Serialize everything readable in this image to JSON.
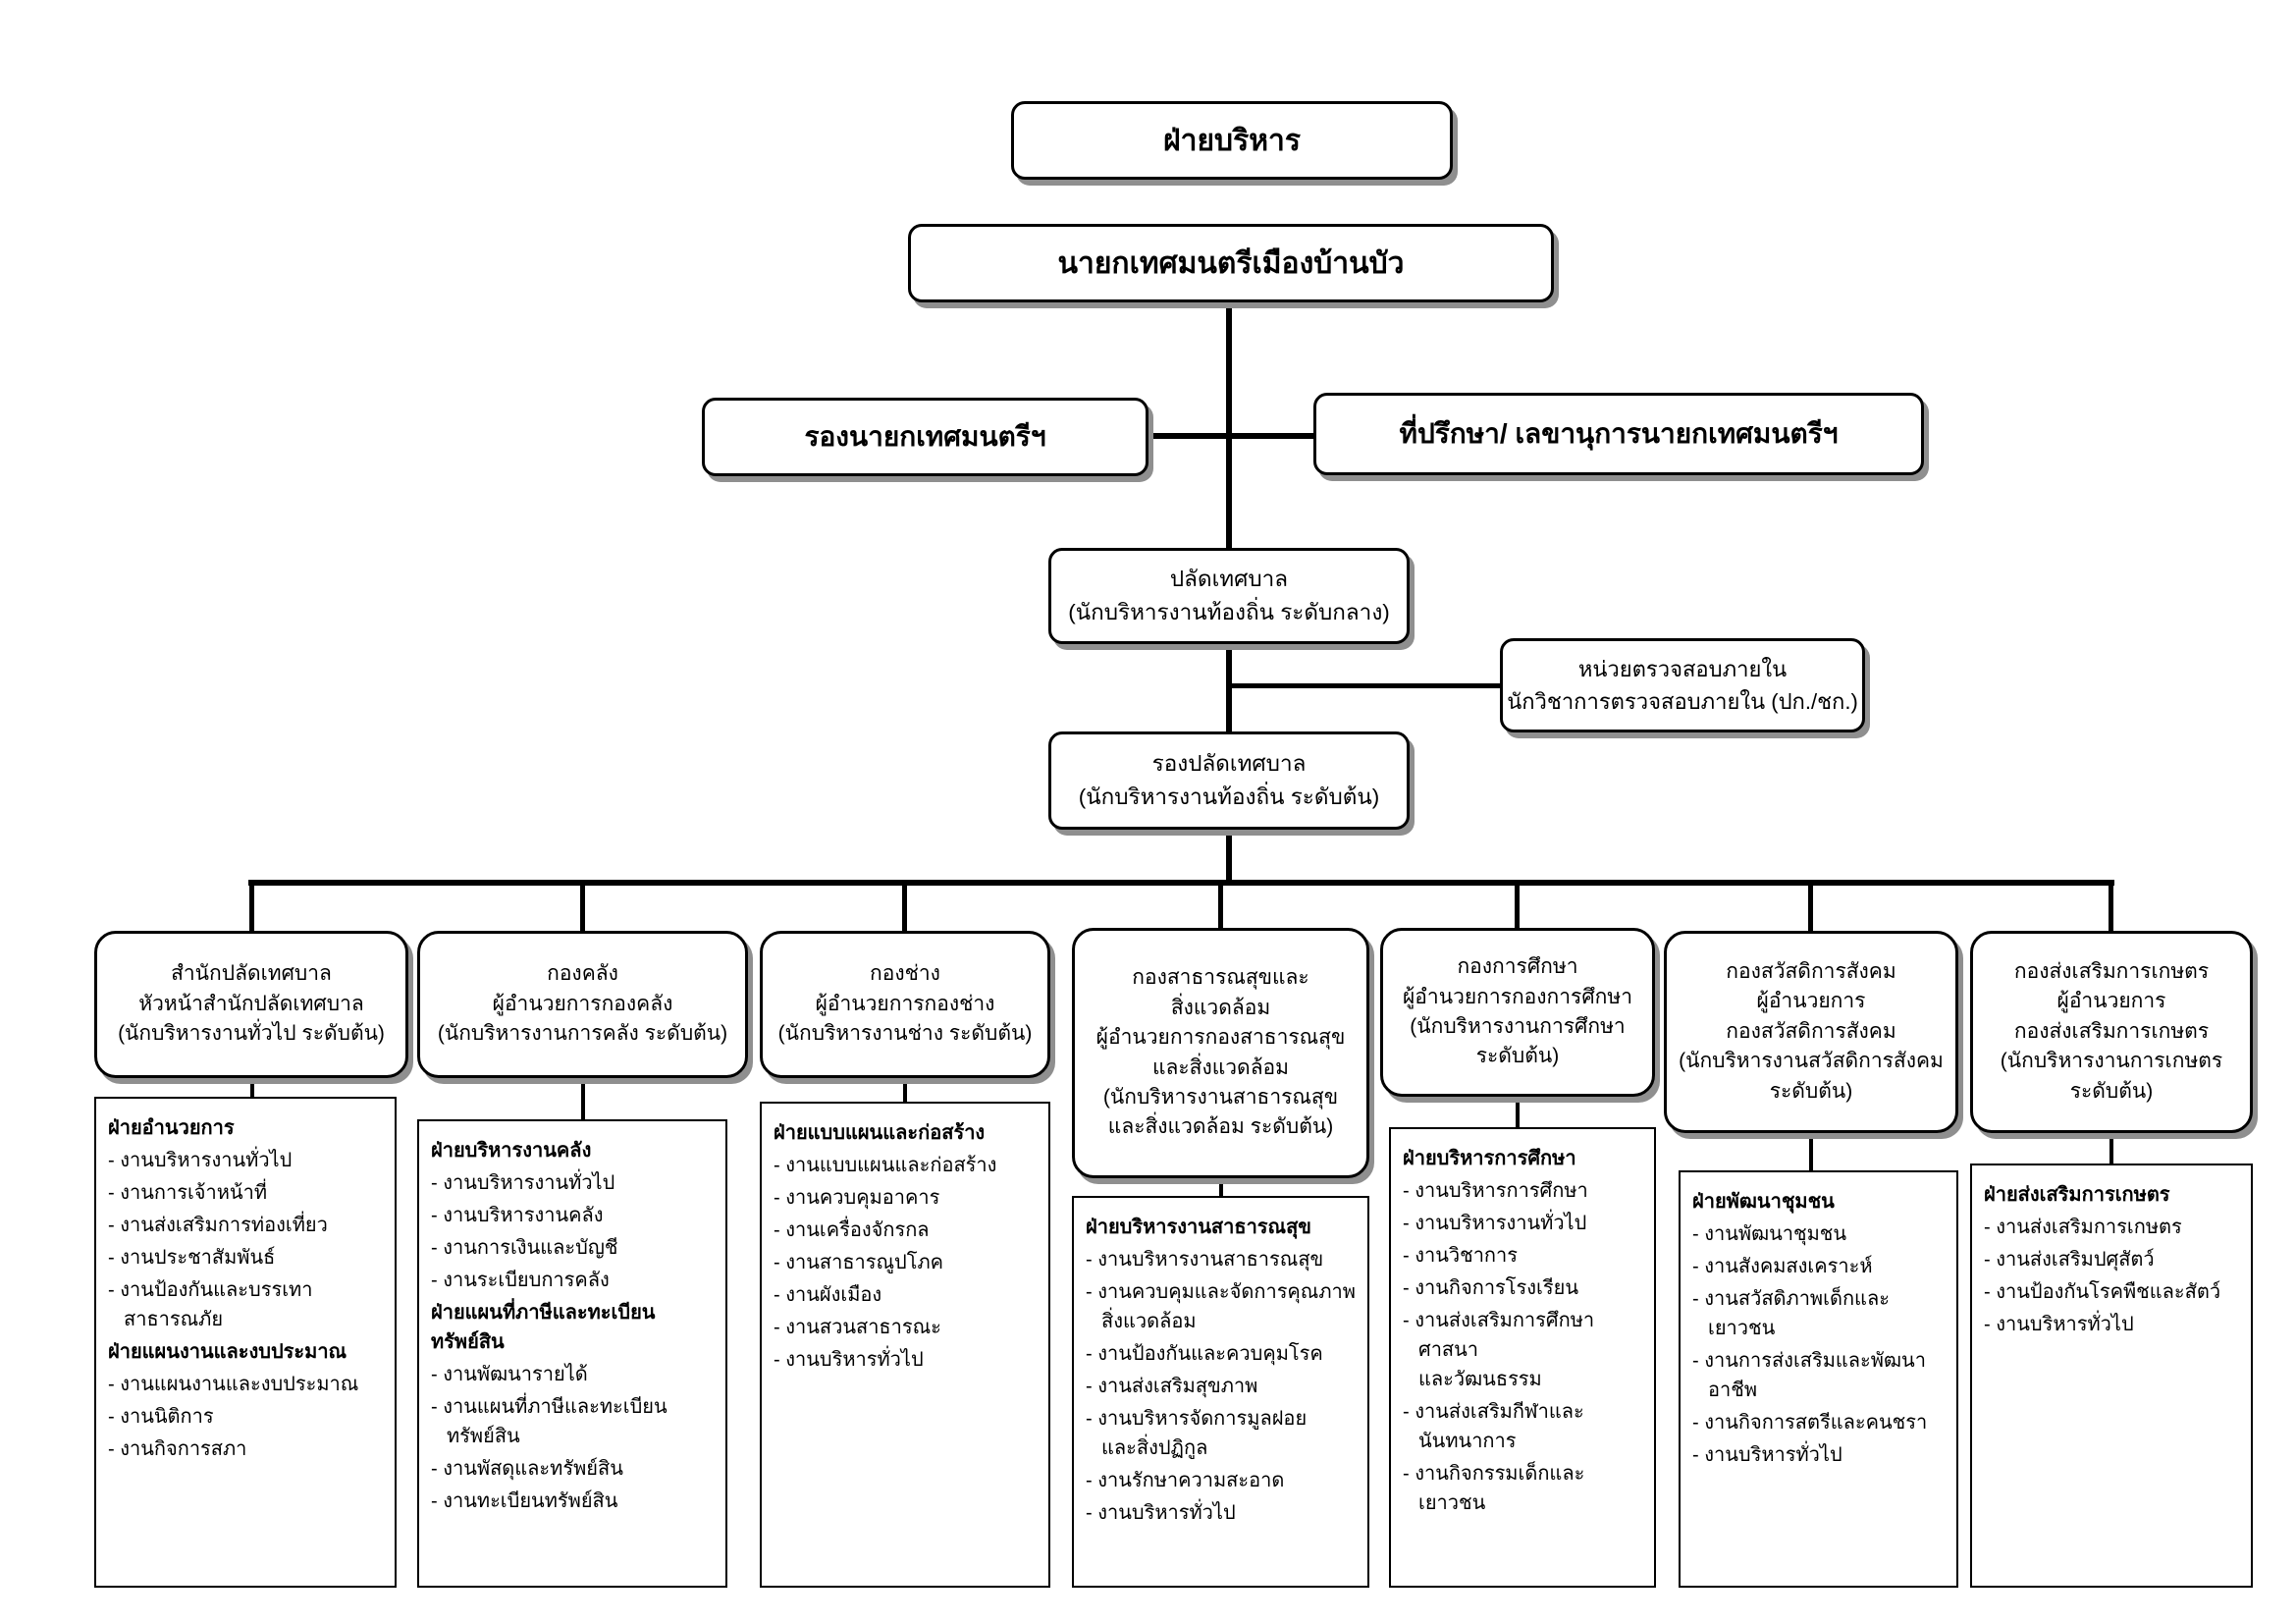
{
  "colors": {
    "background": "#ffffff",
    "line": "#000000",
    "box_border": "#000000",
    "box_fill": "#ffffff",
    "shadow": "#8f8f8f"
  },
  "nodes": {
    "executive": {
      "label": "ฝ่ายบริหาร"
    },
    "mayor": {
      "label": "นายกเทศมนตรีเมืองบ้านบัว"
    },
    "deputy_mayor": {
      "label": "รองนายกเทศมนตรีฯ"
    },
    "advisor": {
      "label": "ที่ปรึกษา/ เลขานุการนายกเทศมนตรีฯ"
    },
    "clerk": {
      "label": "ปลัดเทศบาล\n(นักบริหารงานท้องถิ่น ระดับกลาง)"
    },
    "internal_audit": {
      "label": "หน่วยตรวจสอบภายใน\nนักวิชาการตรวจสอบภายใน (ปก./ชก.)"
    },
    "deputy_clerk": {
      "label": "รองปลัดเทศบาล\n(นักบริหารงานท้องถิ่น ระดับต้น)"
    }
  },
  "departments": [
    {
      "title": "สำนักปลัดเทศบาล\nหัวหน้าสำนักปลัดเทศบาล\n(นักบริหารงานทั่วไป ระดับต้น)",
      "items": [
        "ฝ่ายอำนวยการ",
        "- งานบริหารงานทั่วไป",
        "- งานการเจ้าหน้าที่",
        "- งานส่งเสริมการท่องเที่ยว",
        "- งานประชาสัมพันธ์",
        "- งานป้องกันและบรรเทาสาธารณภัย",
        "ฝ่ายแผนงานและงบประมาณ",
        "- งานแผนงานและงบประมาณ",
        "- งานนิติการ",
        "- งานกิจการสภา"
      ]
    },
    {
      "title": "กองคลัง\nผู้อำนวยการกองคลัง\n(นักบริหารงานการคลัง ระดับต้น)",
      "items": [
        "ฝ่ายบริหารงานคลัง",
        "- งานบริหารงานทั่วไป",
        "- งานบริหารงานคลัง",
        "- งานการเงินและบัญชี",
        "- งานระเบียบการคลัง",
        "ฝ่ายแผนที่ภาษีและทะเบียนทรัพย์สิน",
        "- งานพัฒนารายได้",
        "- งานแผนที่ภาษีและทะเบียนทรัพย์สิน",
        "- งานพัสดุและทรัพย์สิน",
        "- งานทะเบียนทรัพย์สิน"
      ]
    },
    {
      "title": "กองช่าง\nผู้อำนวยการกองช่าง\n(นักบริหารงานช่าง ระดับต้น)",
      "items": [
        "ฝ่ายแบบแผนและก่อสร้าง",
        "- งานแบบแผนและก่อสร้าง",
        "- งานควบคุมอาคาร",
        "- งานเครื่องจักรกล",
        "- งานสาธารณูปโภค",
        "- งานผังเมือง",
        "- งานสวนสาธารณะ",
        "- งานบริหารทั่วไป"
      ]
    },
    {
      "title": "กองสาธารณสุขและ\nสิ่งแวดล้อม\nผู้อำนวยการกองสาธารณสุข\nและสิ่งแวดล้อม\n(นักบริหารงานสาธารณสุข\nและสิ่งแวดล้อม ระดับต้น)",
      "items": [
        "ฝ่ายบริหารงานสาธารณสุข",
        "- งานบริหารงานสาธารณสุข",
        "- งานควบคุมและจัดการคุณภาพ\nสิ่งแวดล้อม",
        "- งานป้องกันและควบคุมโรค",
        "- งานส่งเสริมสุขภาพ",
        "- งานบริหารจัดการมูลฝอย\nและสิ่งปฏิกูล",
        "- งานรักษาความสะอาด",
        "- งานบริหารทั่วไป"
      ]
    },
    {
      "title": "กองการศึกษา\nผู้อำนวยการกองการศึกษา\n(นักบริหารงานการศึกษา\nระดับต้น)",
      "items": [
        "ฝ่ายบริหารการศึกษา",
        "- งานบริหารการศึกษา",
        "- งานบริหารงานทั่วไป",
        "- งานวิชาการ",
        "- งานกิจการโรงเรียน",
        "- งานส่งเสริมการศึกษา ศาสนา\nและวัฒนธรรม",
        "- งานส่งเสริมกีฬาและนันทนาการ",
        "- งานกิจกรรมเด็กและเยาวชน"
      ]
    },
    {
      "title": "กองสวัสดิการสังคม\nผู้อำนวยการ\nกองสวัสดิการสังคม\n(นักบริหารงานสวัสดิการสังคม\nระดับต้น)",
      "items": [
        "ฝ่ายพัฒนาชุมชน",
        "- งานพัฒนาชุมชน",
        "- งานสังคมสงเคราะห์",
        "- งานสวัสดิภาพเด็กและเยาวชน",
        "- งานการส่งเสริมและพัฒนาอาชีพ",
        "- งานกิจการสตรีและคนชรา",
        "- งานบริหารทั่วไป"
      ]
    },
    {
      "title": "กองส่งเสริมการเกษตร\nผู้อำนวยการ\nกองส่งเสริมการเกษตร\n(นักบริหารงานการเกษตร\nระดับต้น)",
      "items": [
        "ฝ่ายส่งเสริมการเกษตร",
        "- งานส่งเสริมการเกษตร",
        "- งานส่งเสริมปศุสัตว์",
        "- งานป้องกันโรคพืชและสัตว์",
        "- งานบริหารทั่วไป"
      ]
    }
  ]
}
